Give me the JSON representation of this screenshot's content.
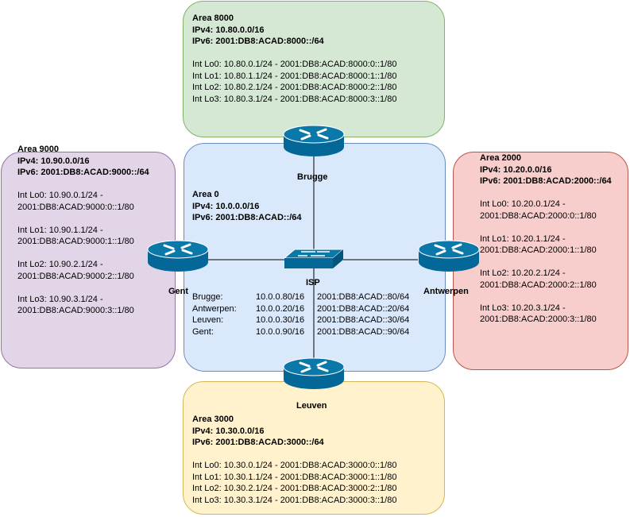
{
  "colors": {
    "area8000_fill": "#d5e8d4",
    "area8000_border": "#82b366",
    "area9000_fill": "#e1d5e7",
    "area9000_border": "#9673a6",
    "area0_fill": "#dae8fc",
    "area0_border": "#6c8ebf",
    "area2000_fill": "#f8cecc",
    "area2000_border": "#b85450",
    "area3000_fill": "#fff2cc",
    "area3000_border": "#d6b656",
    "device": "#036897"
  },
  "area8000": {
    "title": "Area 8000",
    "ipv4": "IPv4: 10.80.0.0/16",
    "ipv6": "IPv6: 2001:DB8:ACAD:8000::/64",
    "lo": [
      "Int Lo0: 10.80.0.1/24 - 2001:DB8:ACAD:8000:0::1/80",
      "Int Lo1: 10.80.1.1/24 - 2001:DB8:ACAD:8000:1::1/80",
      "Int Lo2: 10.80.2.1/24 - 2001:DB8:ACAD:8000:2::1/80",
      "Int Lo3: 10.80.3.1/24 - 2001:DB8:ACAD:8000:3::1/80"
    ]
  },
  "area9000": {
    "title": "Area 9000",
    "ipv4": "IPv4: 10.90.0.0/16",
    "ipv6": "IPv6: 2001:DB8:ACAD:9000::/64",
    "lo": [
      [
        "Int Lo0: 10.90.0.1/24 -",
        "2001:DB8:ACAD:9000:0::1/80"
      ],
      [
        "Int Lo1: 10.90.1.1/24 -",
        "2001:DB8:ACAD:9000:1::1/80"
      ],
      [
        "Int Lo2: 10.90.2.1/24 -",
        "2001:DB8:ACAD:9000:2::1/80"
      ],
      [
        "Int Lo3: 10.90.3.1/24 -",
        "2001:DB8:ACAD:9000:3::1/80"
      ]
    ]
  },
  "area2000": {
    "title": "Area 2000",
    "ipv4": "IPv4: 10.20.0.0/16",
    "ipv6": "IPv6: 2001:DB8:ACAD:2000::/64",
    "lo": [
      [
        "Int Lo0: 10.20.0.1/24 -",
        "2001:DB8:ACAD:2000:0::1/80"
      ],
      [
        "Int Lo1: 10.20.1.1/24 -",
        "2001:DB8:ACAD:2000:1::1/80"
      ],
      [
        "Int Lo2: 10.20.2.1/24 -",
        "2001:DB8:ACAD:2000:2::1/80"
      ],
      [
        "Int Lo3: 10.20.3.1/24 -",
        "2001:DB8:ACAD:2000:3::1/80"
      ]
    ]
  },
  "area3000": {
    "title": "Area 3000",
    "ipv4": "IPv4: 10.30.0.0/16",
    "ipv6": "IPv6: 2001:DB8:ACAD:3000::/64",
    "lo": [
      "Int Lo0: 10.30.0.1/24 - 2001:DB8:ACAD:3000:0::1/80",
      "Int Lo1: 10.30.1.1/24 - 2001:DB8:ACAD:3000:1::1/80",
      "Int Lo2: 10.30.2.1/24 - 2001:DB8:ACAD:3000:2::1/80",
      "Int Lo3: 10.30.3.1/24 - 2001:DB8:ACAD:3000:3::1/80"
    ]
  },
  "area0": {
    "title": "Area 0",
    "ipv4": "IPv4: 10.0.0.0/16",
    "ipv6": "IPv6: 2001:DB8:ACAD::/64",
    "table": {
      "names": [
        "Brugge:",
        "Antwerpen:",
        "Leuven:",
        "Gent:"
      ],
      "ipv4": [
        "10.0.0.80/16",
        "10.0.0.20/16",
        "10.0.0.30/16",
        "10.0.0.90/16"
      ],
      "ipv6": [
        "2001:DB8:ACAD::80/64",
        "2001:DB8:ACAD::20/64",
        "2001:DB8:ACAD::30/64",
        "2001:DB8:ACAD::90/64"
      ]
    }
  },
  "devices": {
    "brugge": "Brugge",
    "gent": "Gent",
    "antwerpen": "Antwerpen",
    "leuven": "Leuven",
    "isp": "ISP"
  },
  "icons": {
    "router": "router-icon",
    "switch": "switch-icon"
  }
}
